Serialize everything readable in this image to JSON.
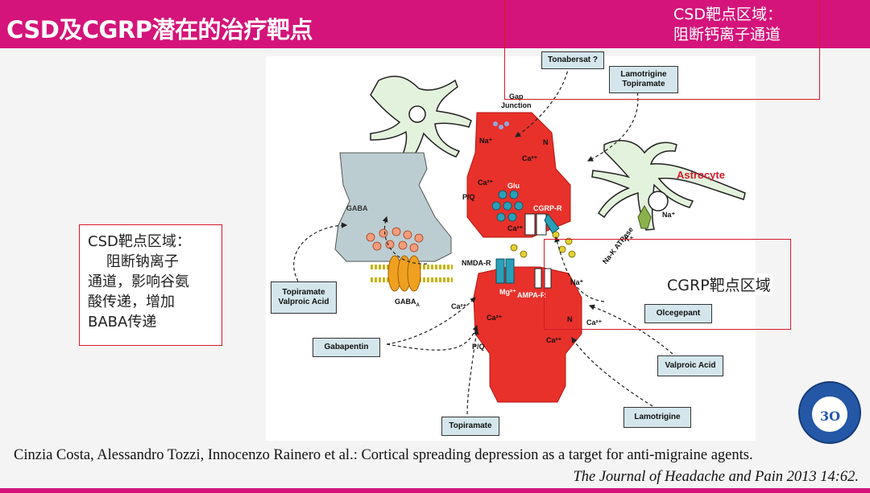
{
  "header": {
    "title": "CSD及CGRP潜在的治疗靶点",
    "top_right_note": [
      "CSD靶点区域：",
      "阻断钙离子通道"
    ]
  },
  "left_note": {
    "lines": [
      "CSD靶点区域：",
      "    阻断钠离子",
      "通道，影响谷氨",
      "酸传递，增加",
      "BABA传递"
    ]
  },
  "cgrp_note": "CGRP靶点区域",
  "diagram": {
    "drugs": {
      "tonabersat": "Tonabersat ?",
      "lamotrigine_topiramate": [
        "Lamotrigine",
        "Topiramate"
      ],
      "topiramate_valproic": [
        "Topiramate",
        "Valproic Acid"
      ],
      "gabapentin": "Gabapentin",
      "olcegepant": "Olcegepant",
      "valproic_acid": "Valproic Acid",
      "topiramate": "Topiramate",
      "lamotrigine": "Lamotrigine"
    },
    "labels": {
      "gap_junction": [
        "Gap",
        "Junction"
      ],
      "astrocyte": "Astrocyte",
      "gaba": "GABA",
      "gaba_a": "GABA",
      "gaba_a_sub": "A",
      "glu": "Glu",
      "cgrp_r": "CGRP-R",
      "nmda_r": "NMDA-R",
      "ampa_r": "AMPA-R",
      "na_k_atpase": "Na-K ATPase",
      "ca_top": "Ca²⁺",
      "na_top": "Na⁺",
      "ca_pq": "Ca²⁺",
      "pq": "P/Q",
      "ca_glu": "Ca²⁺",
      "mg": "Mg²⁺",
      "na_astro": "Na⁺",
      "k_astro": "K⁺",
      "na_post": "Na⁺",
      "ca_post1": "Ca²⁺",
      "ca_post2": "Ca²⁺",
      "ca_post3": "Ca²⁺",
      "ca_post4": "Ca²⁺",
      "pq_post": "P/Q",
      "n_label": "N",
      "n_label2": "N"
    }
  },
  "citation": {
    "authors": "Cinzia Costa, Alessandro Tozzi, Innocenzo Rainero et al.: Cortical spreading depression as a target for anti-migraine agents.",
    "journal": "The Journal of Headache and Pain 2013 14:62."
  },
  "colors": {
    "brand": "#d4147a",
    "highlight_box": "#d8182a",
    "neuron_red": "#e8312a",
    "astrocyte": "#dff0d8",
    "gaba_cell": "#bccdd2",
    "drug_box": "#d4e6ec"
  }
}
